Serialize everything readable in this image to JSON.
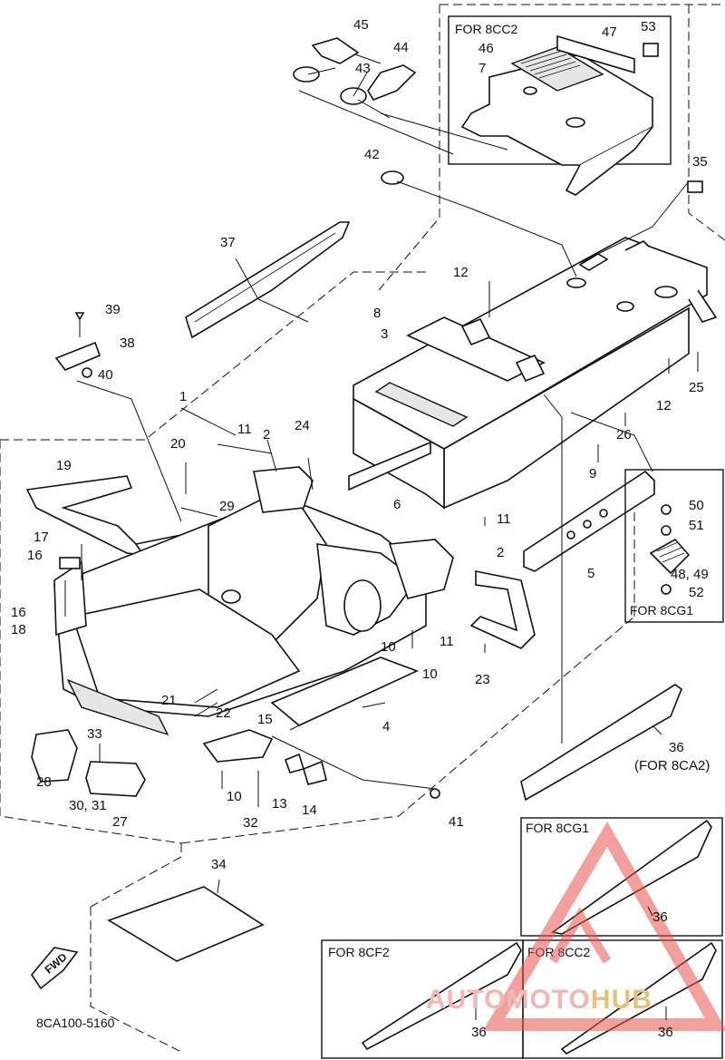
{
  "diagram_code": "8CA100-5160",
  "watermark": {
    "part1": "AUTOMOTO",
    "part2": "HUB",
    "color_triangle": "#e8544a",
    "color_text1": "#f3b6b1",
    "color_text2": "#e9c07a"
  },
  "fwd_label": "FWD",
  "variant_boxes": {
    "cc2_top": "FOR 8CC2",
    "cg1_side": "FOR 8CG1",
    "cg1_bottom": "FOR 8CG1",
    "cf2_bottom": "FOR 8CF2",
    "cc2_bottom": "FOR 8CC2"
  },
  "note_8ca2": "(FOR 8CA2)",
  "callouts": {
    "n1": "1",
    "n2a": "2",
    "n2b": "2",
    "n3": "3",
    "n4": "4",
    "n5": "5",
    "n6": "6",
    "n7": "7",
    "n8": "8",
    "n9": "9",
    "n10a": "10",
    "n10b": "10",
    "n10c": "10",
    "n11a": "11",
    "n11b": "11",
    "n11c": "11",
    "n12a": "12",
    "n12b": "12",
    "n13": "13",
    "n14": "14",
    "n15": "15",
    "n16a": "16",
    "n16b": "16",
    "n17": "17",
    "n18": "18",
    "n19": "19",
    "n20": "20",
    "n21": "21",
    "n22": "22",
    "n23": "23",
    "n24": "24",
    "n25": "25",
    "n26": "26",
    "n27": "27",
    "n28": "28",
    "n29": "29",
    "n3031": "30, 31",
    "n32": "32",
    "n33": "33",
    "n34": "34",
    "n35": "35",
    "n36a": "36",
    "n36b": "36",
    "n36c": "36",
    "n36d": "36",
    "n37": "37",
    "n38": "38",
    "n39": "39",
    "n40": "40",
    "n41": "41",
    "n42": "42",
    "n43": "43",
    "n44": "44",
    "n45": "45",
    "n46": "46",
    "n47": "47",
    "n4849": "48, 49",
    "n50": "50",
    "n51": "51",
    "n52": "52",
    "n53": "53"
  }
}
